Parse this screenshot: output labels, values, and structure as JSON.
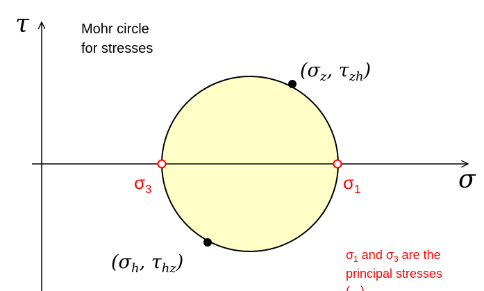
{
  "title": {
    "line1": "Mohr circle",
    "line2": "for stresses"
  },
  "axes": {
    "vertical": "τ",
    "horizontal": "σ"
  },
  "points": {
    "upper": {
      "open": "(",
      "sym1": "σ",
      "sub1": "z",
      "comma": ", ",
      "sym2": "τ",
      "sub2": "zh",
      "close": ")"
    },
    "lower": {
      "open": "(",
      "sym1": "σ",
      "sub1": "h",
      "comma": ", ",
      "sym2": "τ",
      "sub2": "hz",
      "close": ")"
    }
  },
  "principal": {
    "sigma3": {
      "sym": "σ",
      "sub": "3"
    },
    "sigma1": {
      "sym": "σ",
      "sub": "1"
    }
  },
  "note": {
    "line1": {
      "s1": "σ",
      "sub1": "1",
      "mid": " and ",
      "s3": "σ",
      "sub3": "3",
      "tail": " are the"
    },
    "line2": "principal stresses",
    "line3": "(...)"
  },
  "colors": {
    "circle_fill": "#ffffc8",
    "outline": "#000000",
    "principal": "#ff0000",
    "point": "#000000"
  }
}
